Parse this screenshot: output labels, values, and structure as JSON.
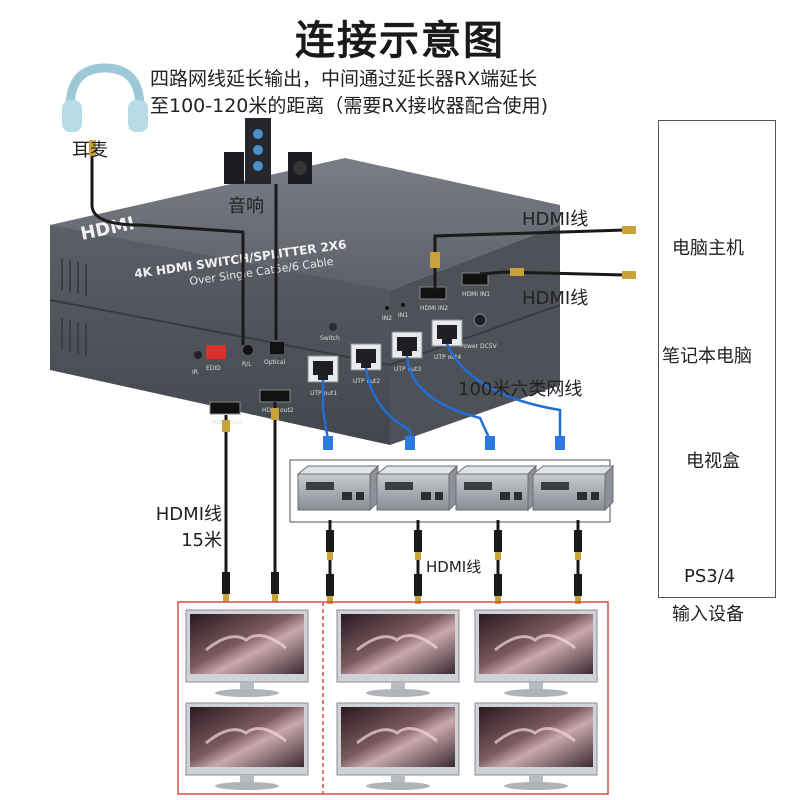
{
  "title": "连接示意图",
  "description": {
    "line1": "四路网线延长输出，中间通过延长器RX端延长",
    "line2": "至100-120米的距离（需要RX接收器配合使用)"
  },
  "labels": {
    "headphones": "耳麦",
    "speakers": "音响",
    "hdmi_cable_1": "HDMI线",
    "hdmi_cable_2": "HDMI线",
    "hdmi_cable_15m_a": "HDMI线",
    "hdmi_cable_15m_b": "15米",
    "cat6_cable": "100米六类网线",
    "hdmi_cable_bottom": "HDMI线"
  },
  "switch_box": {
    "brand": "HDMI",
    "model_line1": "4K HDMI SWITCH/SPLITTER  2X6",
    "model_line2": "Over Single Cat5e/6 Cable",
    "ports": {
      "ir": "IR",
      "edid": "EDID",
      "rl": "R/L",
      "optical": "Optical",
      "switch": "Switch",
      "in2": "IN2",
      "in1": "IN1",
      "utp1": "UTP out1",
      "utp2": "UTP out2",
      "utp3": "UTP out3",
      "utp4": "UTP out4",
      "hdmi_in2": "HDMI IN2",
      "hdmi_in1": "HDMI IN1",
      "power": "Power DC5V",
      "hdmi_out1": "HDMI out1",
      "hdmi_out2": "HDMI out2"
    }
  },
  "input_devices": [
    {
      "name": "电脑主机"
    },
    {
      "name": "笔记本电脑"
    },
    {
      "name": "电视盒"
    },
    {
      "name": "PS3/4"
    }
  ],
  "input_devices_caption": "输入设备",
  "colors": {
    "box_body": "#5b5e66",
    "box_top": "#6a6d75",
    "cat6_blue": "#1f6fd6",
    "cable_black": "#1a1a1a",
    "connector_gold": "#c9a23a",
    "frame_red": "#d94b4b",
    "tv_red": "#e01818"
  }
}
